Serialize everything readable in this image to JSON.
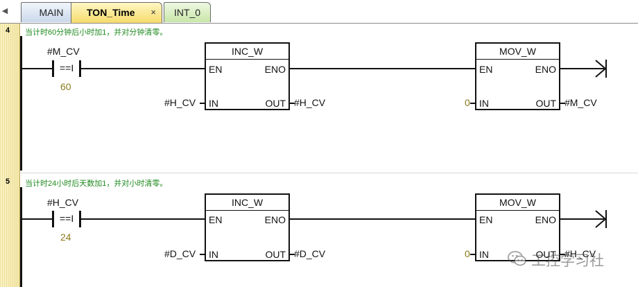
{
  "tabs": [
    {
      "label": "MAIN"
    },
    {
      "label": "TON_Time",
      "active": true,
      "close": "×"
    },
    {
      "label": "INT_0"
    }
  ],
  "tab_scroll_icon": "triangle-left-icon",
  "colors": {
    "comment": "#1f8a1f",
    "constant": "#8a7a1e",
    "active_tab": "#f6dc6c",
    "gutter": "#f7eeb9"
  },
  "networks": [
    {
      "number": "4",
      "comment": "当计时60分钟后小时加1，并对分钟清零。",
      "compare": {
        "operand": "#M_CV",
        "op": "==I",
        "value": "60"
      },
      "inc": {
        "title": "INC_W",
        "en": "EN",
        "eno": "ENO",
        "in": "IN",
        "out": "OUT",
        "in_var": "#H_CV",
        "out_var": "#H_CV"
      },
      "mov": {
        "title": "MOV_W",
        "en": "EN",
        "eno": "ENO",
        "in": "IN",
        "out": "OUT",
        "in_var": "0",
        "out_var": "#M_CV"
      }
    },
    {
      "number": "5",
      "comment": "当计时24小时后天数加1，并对小时清零。",
      "compare": {
        "operand": "#H_CV",
        "op": "==I",
        "value": "24"
      },
      "inc": {
        "title": "INC_W",
        "en": "EN",
        "eno": "ENO",
        "in": "IN",
        "out": "OUT",
        "in_var": "#D_CV",
        "out_var": "#D_CV"
      },
      "mov": {
        "title": "MOV_W",
        "en": "EN",
        "eno": "ENO",
        "in": "IN",
        "out": "OUT",
        "in_var": "0",
        "out_var": "#H_CV"
      }
    }
  ],
  "watermark": {
    "text": "工控学习社",
    "icon": "wechat-icon"
  }
}
